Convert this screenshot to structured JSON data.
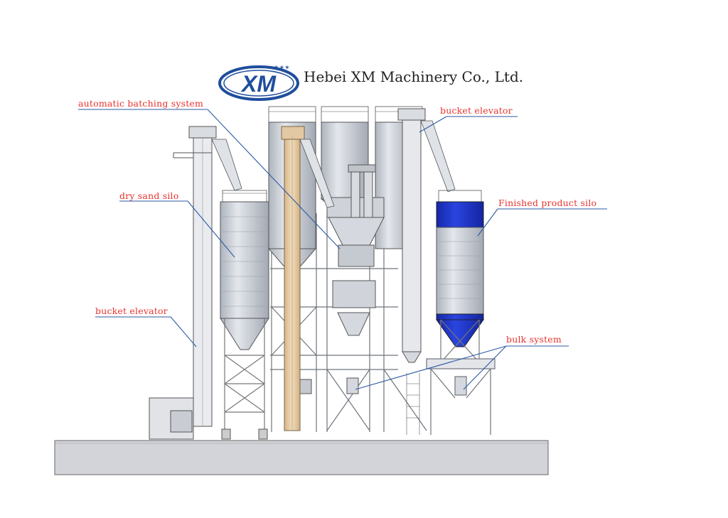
{
  "header": {
    "logo_text": "XM",
    "company_name": "Hebei XM Machinery Co., Ltd."
  },
  "labels": {
    "automatic_batching_system": "automatic batching system",
    "bucket_elevator_right": "bucket elevator",
    "dry_sand_silo": "dry sand silo",
    "finished_product_silo": "Finished product silo",
    "bucket_elevator_left": "bucket elevator",
    "bulk_system": "bulk system"
  },
  "colors": {
    "label_text": "#e8332e",
    "leader_line": "#2b5aa6",
    "logo_blue": "#1f4e9c",
    "silo_blue": "#1e35c8",
    "steel": "#c7ccd3",
    "tan_elevator": "#e3c9a3",
    "ground": "#d3d4d9"
  }
}
